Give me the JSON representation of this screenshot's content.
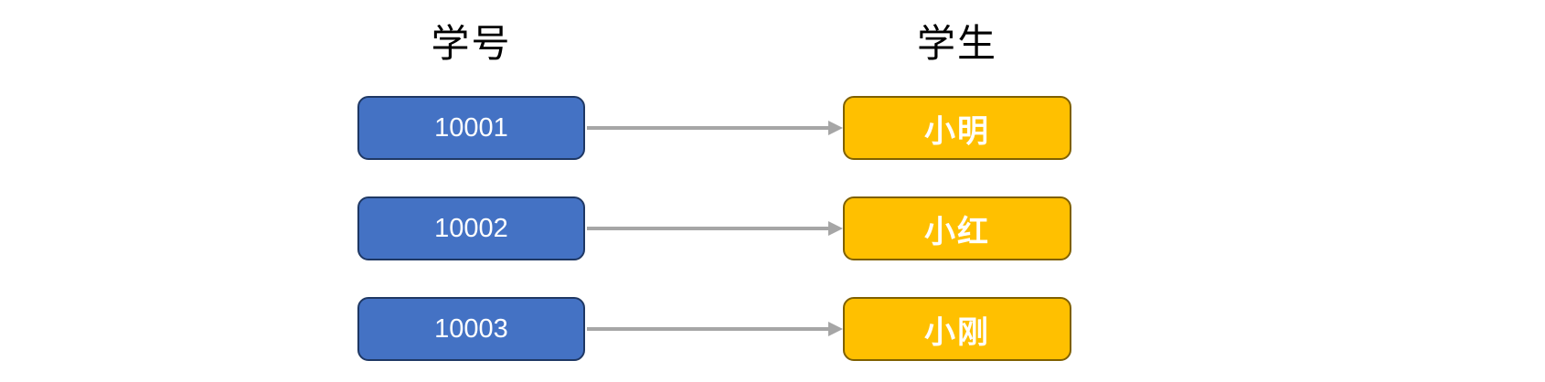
{
  "diagram": {
    "title_context": "student-id-to-student-mapping",
    "left_header": "学号",
    "right_header": "学生",
    "rows": [
      {
        "id": "10001",
        "name": "小明"
      },
      {
        "id": "10002",
        "name": "小红"
      },
      {
        "id": "10003",
        "name": "小刚"
      }
    ],
    "colors": {
      "canvas_bg": "#FFFFFF",
      "header_text": "#000000",
      "id_box_fill": "#4472C4",
      "id_box_border": "#1F3864",
      "student_box_fill": "#FFC000",
      "student_box_border": "#7F6000",
      "box_text": "#FFFFFF",
      "arrow": "#A6A6A6"
    }
  }
}
